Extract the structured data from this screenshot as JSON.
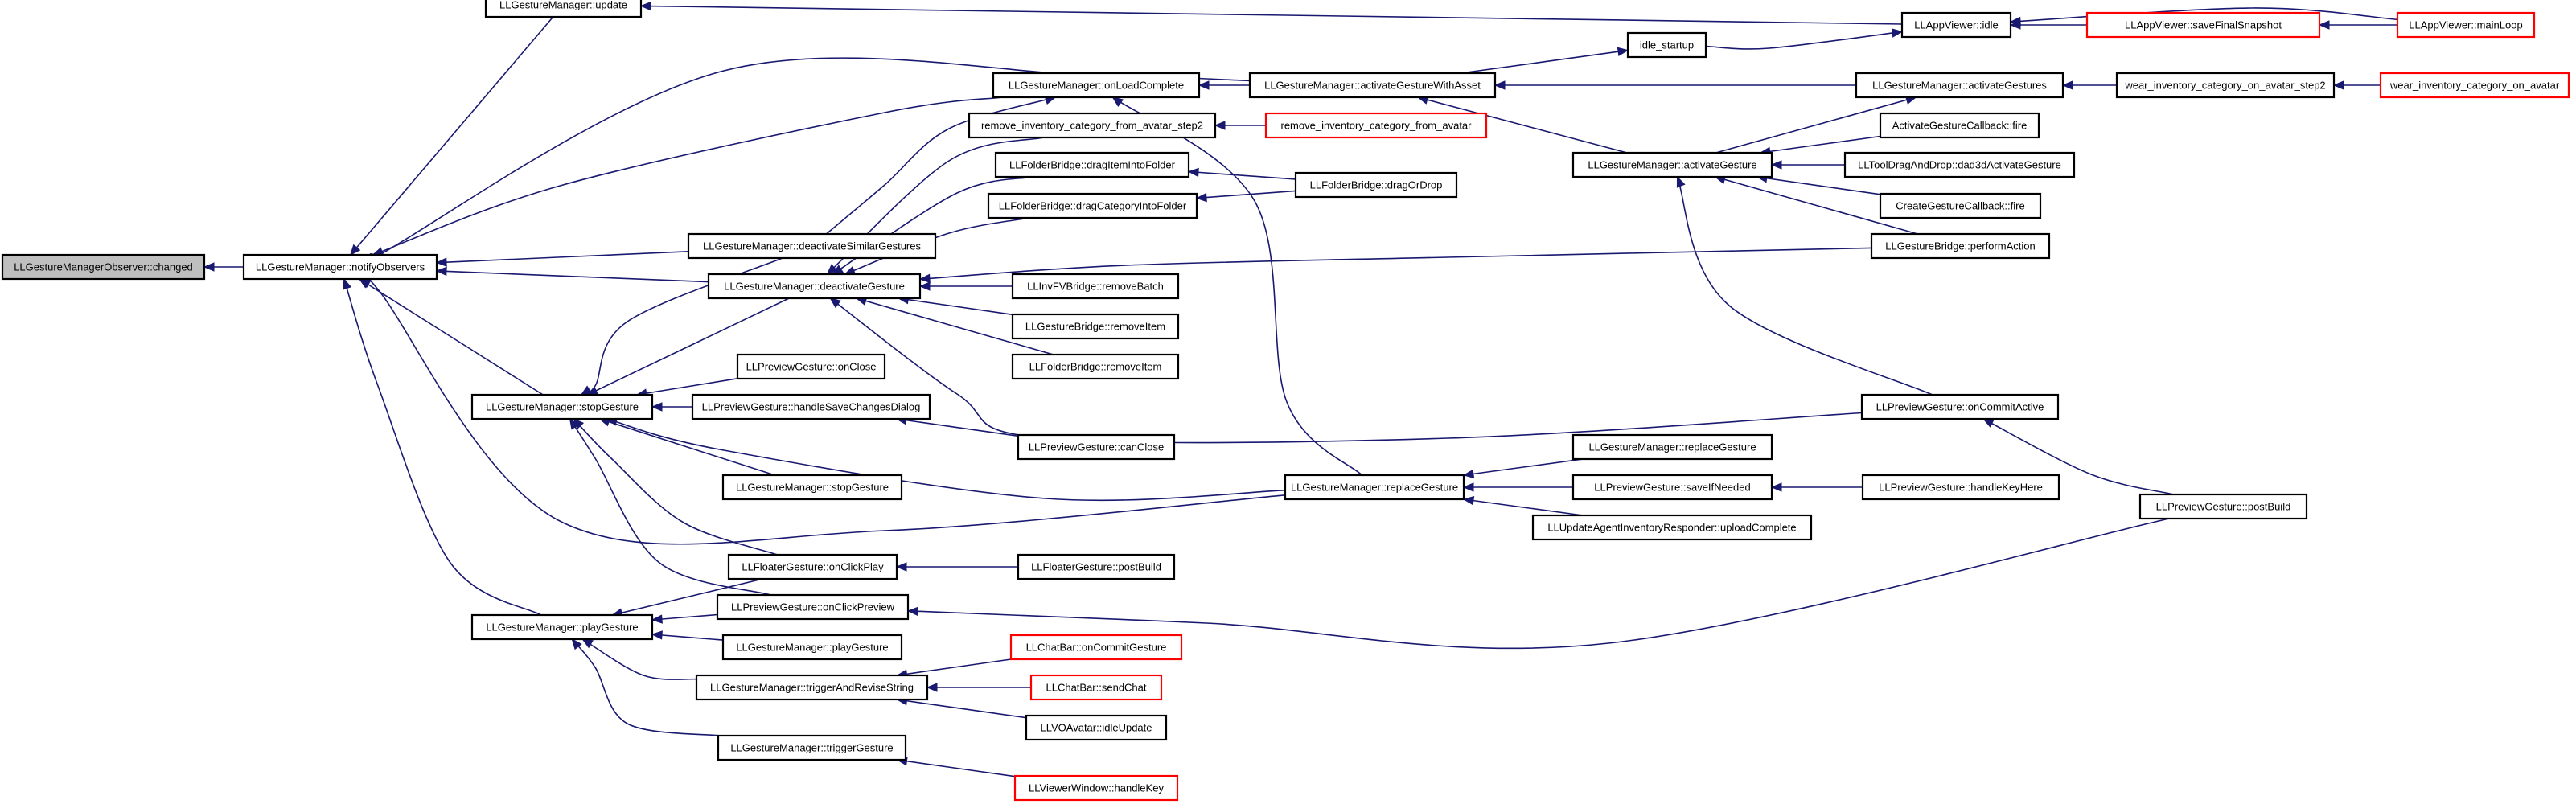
{
  "diagram": {
    "type": "call-graph",
    "colors": {
      "edge": "#191970",
      "node_border": "#000000",
      "node_border_truncated": "#ff0000",
      "node_fill": "#ffffff",
      "root_fill": "#bfbfbf"
    },
    "nodes": [
      {
        "id": "n0",
        "label": "LLGestureManagerObserver::changed",
        "style": "root"
      },
      {
        "id": "n1",
        "label": "LLGestureManager::notifyObservers",
        "style": "normal"
      },
      {
        "id": "n2",
        "label": "LLGestureManager::update",
        "style": "normal"
      },
      {
        "id": "n3",
        "label": "LLGestureManager::onLoadComplete",
        "style": "normal"
      },
      {
        "id": "n4",
        "label": "LLGestureManager::deactivateSimilarGestures",
        "style": "normal"
      },
      {
        "id": "n5",
        "label": "LLGestureManager::deactivateGesture",
        "style": "normal"
      },
      {
        "id": "n6",
        "label": "LLGestureManager::stopGesture",
        "style": "normal"
      },
      {
        "id": "n7",
        "label": "LLGestureManager::playGesture",
        "style": "normal"
      },
      {
        "id": "n8",
        "label": "LLAppViewer::idle",
        "style": "normal"
      },
      {
        "id": "n9",
        "label": "LLAppViewer::saveFinalSnapshot",
        "style": "truncated"
      },
      {
        "id": "n10",
        "label": "LLAppViewer::mainLoop",
        "style": "truncated"
      },
      {
        "id": "n11",
        "label": "LLGestureManager::activateGestureWithAsset",
        "style": "normal"
      },
      {
        "id": "n12",
        "label": "idle_startup",
        "style": "normal"
      },
      {
        "id": "n13",
        "label": "LLGestureManager::activateGestures",
        "style": "normal"
      },
      {
        "id": "n14",
        "label": "wear_inventory_category_on_avatar_step2",
        "style": "normal"
      },
      {
        "id": "n15",
        "label": "wear_inventory_category_on_avatar",
        "style": "truncated"
      },
      {
        "id": "n16",
        "label": "LLGestureManager::activateGesture",
        "style": "normal"
      },
      {
        "id": "n17",
        "label": "ActivateGestureCallback::fire",
        "style": "normal"
      },
      {
        "id": "n18",
        "label": "LLToolDragAndDrop::dad3dActivateGesture",
        "style": "normal"
      },
      {
        "id": "n19",
        "label": "CreateGestureCallback::fire",
        "style": "normal"
      },
      {
        "id": "n20",
        "label": "LLGestureBridge::performAction",
        "style": "normal"
      },
      {
        "id": "n21",
        "label": "remove_inventory_category_from_avatar_step2",
        "style": "normal"
      },
      {
        "id": "n22",
        "label": "remove_inventory_category_from_avatar",
        "style": "truncated"
      },
      {
        "id": "n23",
        "label": "LLFolderBridge::dragItemIntoFolder",
        "style": "normal"
      },
      {
        "id": "n24",
        "label": "LLFolderBridge::dragCategoryIntoFolder",
        "style": "normal"
      },
      {
        "id": "n25",
        "label": "LLFolderBridge::dragOrDrop",
        "style": "normal"
      },
      {
        "id": "n26",
        "label": "LLInvFVBridge::removeBatch",
        "style": "normal"
      },
      {
        "id": "n27",
        "label": "LLGestureBridge::removeItem",
        "style": "normal"
      },
      {
        "id": "n28",
        "label": "LLFolderBridge::removeItem",
        "style": "normal"
      },
      {
        "id": "n29",
        "label": "LLPreviewGesture::onCommitActive",
        "style": "normal"
      },
      {
        "id": "n30",
        "label": "LLPreviewGesture::onClose",
        "style": "normal"
      },
      {
        "id": "n31",
        "label": "LLPreviewGesture::handleSaveChangesDialog",
        "style": "normal"
      },
      {
        "id": "n32",
        "label": "LLPreviewGesture::canClose",
        "style": "normal"
      },
      {
        "id": "n33",
        "label": "LLGestureManager::stopGesture",
        "style": "normal"
      },
      {
        "id": "n34",
        "label": "LLGestureManager::replaceGesture",
        "style": "normal"
      },
      {
        "id": "n35",
        "label": "LLGestureManager::replaceGesture",
        "style": "normal"
      },
      {
        "id": "n36",
        "label": "LLPreviewGesture::saveIfNeeded",
        "style": "normal"
      },
      {
        "id": "n37",
        "label": "LLPreviewGesture::handleKeyHere",
        "style": "normal"
      },
      {
        "id": "n38",
        "label": "LLUpdateAgentInventoryResponder::uploadComplete",
        "style": "normal"
      },
      {
        "id": "n39",
        "label": "LLPreviewGesture::postBuild",
        "style": "normal"
      },
      {
        "id": "n40",
        "label": "LLFloaterGesture::onClickPlay",
        "style": "normal"
      },
      {
        "id": "n41",
        "label": "LLFloaterGesture::postBuild",
        "style": "normal"
      },
      {
        "id": "n42",
        "label": "LLPreviewGesture::onClickPreview",
        "style": "normal"
      },
      {
        "id": "n43",
        "label": "LLGestureManager::playGesture",
        "style": "normal"
      },
      {
        "id": "n44",
        "label": "LLGestureManager::triggerAndReviseString",
        "style": "normal"
      },
      {
        "id": "n45",
        "label": "LLChatBar::onCommitGesture",
        "style": "truncated"
      },
      {
        "id": "n46",
        "label": "LLChatBar::sendChat",
        "style": "truncated"
      },
      {
        "id": "n47",
        "label": "LLVOAvatar::idleUpdate",
        "style": "normal"
      },
      {
        "id": "n48",
        "label": "LLGestureManager::triggerGesture",
        "style": "normal"
      },
      {
        "id": "n49",
        "label": "LLViewerWindow::handleKey",
        "style": "truncated"
      }
    ],
    "edges": [
      [
        "n1",
        "n0"
      ],
      [
        "n2",
        "n1"
      ],
      [
        "n3",
        "n1"
      ],
      [
        "n11",
        "n1"
      ],
      [
        "n4",
        "n1"
      ],
      [
        "n5",
        "n1"
      ],
      [
        "n6",
        "n1"
      ],
      [
        "n7",
        "n1"
      ],
      [
        "n34",
        "n1"
      ],
      [
        "n8",
        "n2"
      ],
      [
        "n9",
        "n8"
      ],
      [
        "n10",
        "n8"
      ],
      [
        "n10",
        "n9"
      ],
      [
        "n12",
        "n8"
      ],
      [
        "n11",
        "n12"
      ],
      [
        "n4",
        "n3"
      ],
      [
        "n11",
        "n3"
      ],
      [
        "n34",
        "n3"
      ],
      [
        "n13",
        "n11"
      ],
      [
        "n16",
        "n11"
      ],
      [
        "n14",
        "n13"
      ],
      [
        "n15",
        "n14"
      ],
      [
        "n16",
        "n13"
      ],
      [
        "n17",
        "n16"
      ],
      [
        "n18",
        "n16"
      ],
      [
        "n19",
        "n16"
      ],
      [
        "n20",
        "n16"
      ],
      [
        "n29",
        "n16"
      ],
      [
        "n21",
        "n5"
      ],
      [
        "n23",
        "n5"
      ],
      [
        "n24",
        "n5"
      ],
      [
        "n20",
        "n5"
      ],
      [
        "n26",
        "n5"
      ],
      [
        "n27",
        "n5"
      ],
      [
        "n28",
        "n5"
      ],
      [
        "n29",
        "n5"
      ],
      [
        "n22",
        "n21"
      ],
      [
        "n25",
        "n23"
      ],
      [
        "n25",
        "n24"
      ],
      [
        "n4",
        "n6"
      ],
      [
        "n5",
        "n6"
      ],
      [
        "n30",
        "n6"
      ],
      [
        "n31",
        "n6"
      ],
      [
        "n33",
        "n6"
      ],
      [
        "n34",
        "n6"
      ],
      [
        "n40",
        "n6"
      ],
      [
        "n42",
        "n6"
      ],
      [
        "n32",
        "n31"
      ],
      [
        "n35",
        "n34"
      ],
      [
        "n36",
        "n34"
      ],
      [
        "n38",
        "n34"
      ],
      [
        "n37",
        "n36"
      ],
      [
        "n39",
        "n29"
      ],
      [
        "n40",
        "n7"
      ],
      [
        "n42",
        "n7"
      ],
      [
        "n43",
        "n7"
      ],
      [
        "n44",
        "n7"
      ],
      [
        "n48",
        "n7"
      ],
      [
        "n41",
        "n40"
      ],
      [
        "n39",
        "n42"
      ],
      [
        "n45",
        "n44"
      ],
      [
        "n46",
        "n44"
      ],
      [
        "n47",
        "n44"
      ],
      [
        "n49",
        "n48"
      ]
    ]
  }
}
